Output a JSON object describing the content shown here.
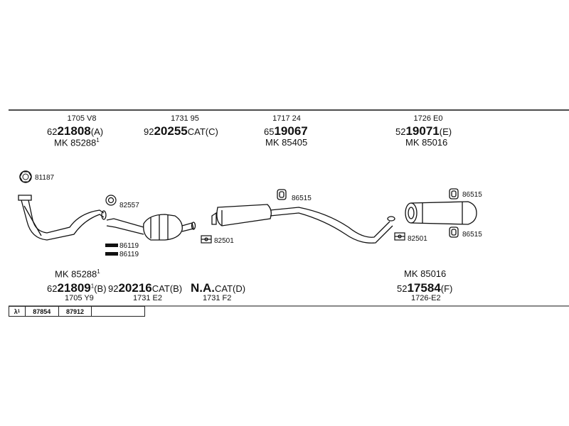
{
  "top_groups": [
    {
      "code": "1705 V8",
      "prefix": "62",
      "big": "21808",
      "suffix": "(A)",
      "mk": "MK  85288",
      "mk_sup": "1"
    },
    {
      "code": "1731 95",
      "prefix": "92",
      "big": "20255",
      "suffix": "CAT(C)",
      "mk": "",
      "mk_sup": ""
    },
    {
      "code": "1717 24",
      "prefix": "65",
      "big": "19067",
      "suffix": "",
      "mk": "MK  85405",
      "mk_sup": ""
    },
    {
      "code": "1726 E0",
      "prefix": "52",
      "big": "19071",
      "suffix": "(E)",
      "mk": "MK  85016",
      "mk_sup": ""
    }
  ],
  "bottom_left": {
    "mk": "MK  85288",
    "mk_sup": "1",
    "p1_prefix": "62",
    "p1_big": "21809",
    "p1_sup": "1",
    "p1_suffix": "(B)",
    "p2_prefix": "92",
    "p2_big": "20216",
    "p2_suffix": "CAT(B)",
    "p3_big": "N.A.",
    "p3_suffix": "CAT(D)",
    "code1": "1705 Y9",
    "code2": "1731 E2",
    "code3": "1731 F2"
  },
  "bottom_right": {
    "mk": "MK  85016",
    "prefix": "52",
    "big": "17584",
    "suffix": "(F)",
    "code": "1726-E2"
  },
  "callouts": {
    "c81187": "81187",
    "c82557": "82557",
    "c86119a": "86119",
    "c86119b": "86119",
    "c82501a": "82501",
    "c86515a": "86515",
    "c86515b": "86515",
    "c82501b": "82501",
    "c86515c": "86515"
  },
  "lambda_table": {
    "symbol": "λ",
    "sup": "1",
    "cells": [
      "87854",
      "87912",
      ""
    ]
  }
}
